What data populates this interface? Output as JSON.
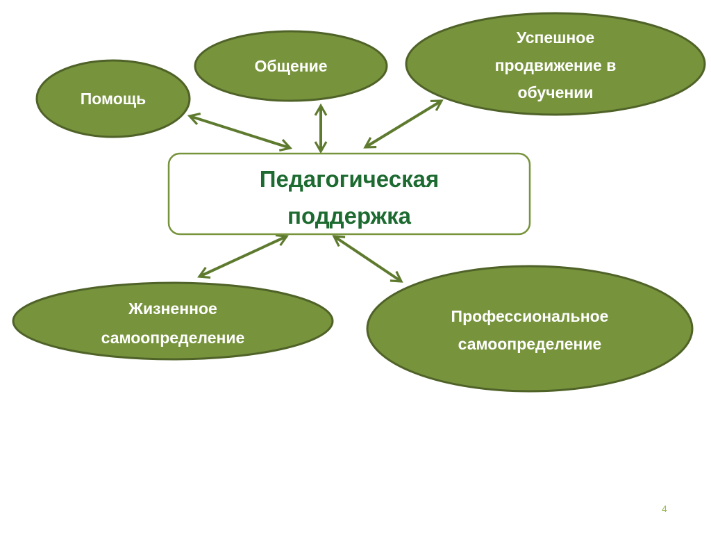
{
  "center": {
    "line1": "Педагогическая",
    "line2": "поддержка"
  },
  "nodes": {
    "help": {
      "lines": [
        "Помощь"
      ]
    },
    "communication": {
      "lines": [
        "Общение"
      ]
    },
    "learning": {
      "lines": [
        "Успешное",
        "продвижение в",
        "обучении"
      ]
    },
    "life": {
      "lines": [
        "Жизненное",
        "самоопределение"
      ]
    },
    "professional": {
      "lines": [
        "Профессиональное",
        "самоопределение"
      ]
    }
  },
  "slide_number": "4",
  "colors": {
    "node_fill": "#77933C",
    "node_border": "#4F6228",
    "center_text": "#1D6B30",
    "arrow": "#5E7A2E"
  }
}
